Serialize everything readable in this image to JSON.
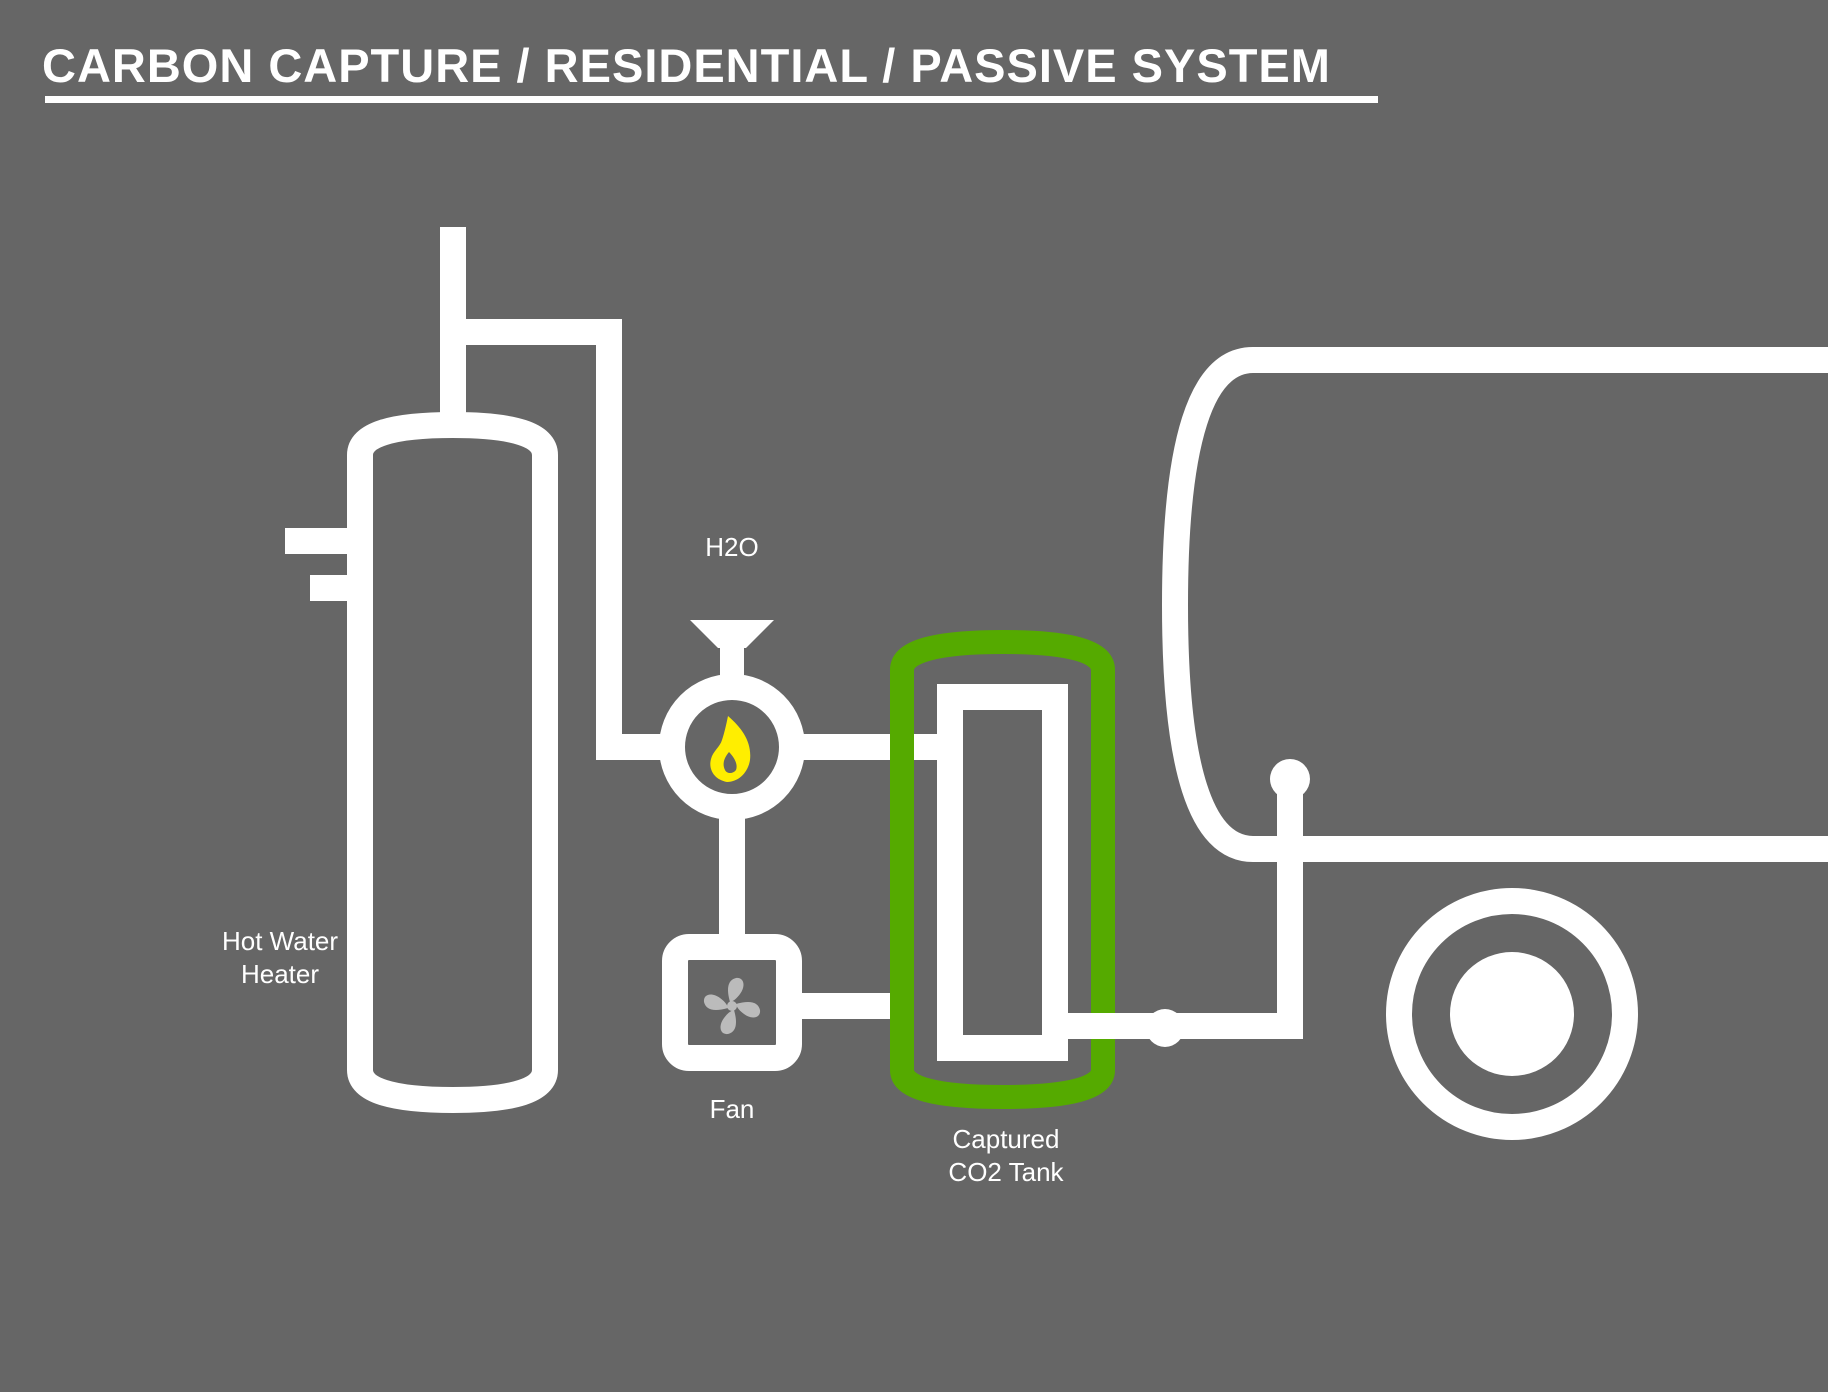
{
  "title": "CARBON CAPTURE / RESIDENTIAL / PASSIVE SYSTEM",
  "labels": {
    "h2o": "H2O",
    "hot_water_heater_line1": "Hot Water",
    "hot_water_heater_line2": "Heater",
    "fan": "Fan",
    "captured_tank_line1": "Captured",
    "captured_tank_line2": "CO2 Tank"
  },
  "colors": {
    "background": "#666666",
    "line": "#ffffff",
    "highlight": "#55aa00",
    "flame": "#ffee00",
    "fan_icon": "#bbbbbb"
  },
  "icons": {
    "burner": "flame-icon",
    "fan": "fan-icon"
  }
}
